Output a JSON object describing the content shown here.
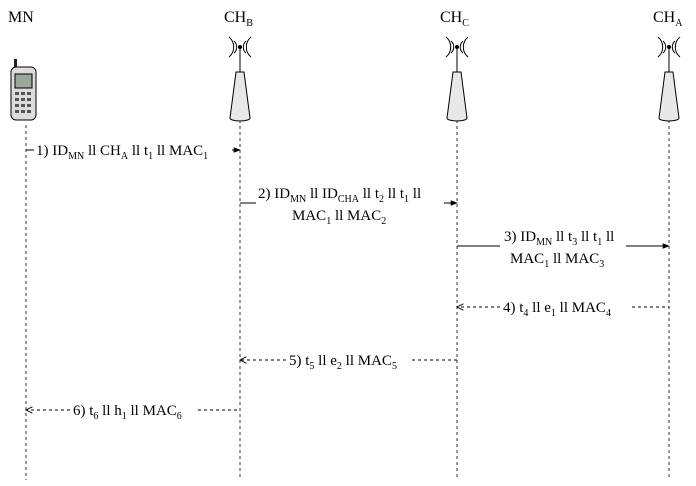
{
  "entities": [
    {
      "id": "mn",
      "label": "MN",
      "sub": ""
    },
    {
      "id": "chb",
      "label": "CH",
      "sub": "B"
    },
    {
      "id": "chc",
      "label": "CH",
      "sub": "C"
    },
    {
      "id": "cha",
      "label": "CH",
      "sub": "A"
    }
  ],
  "messages": [
    {
      "id": "m1",
      "from": "mn",
      "to": "chb",
      "style": "solid",
      "lines": [
        [
          [
            "1) ID",
            ""
          ],
          [
            "MN",
            "sub"
          ],
          [
            " ll CH",
            ""
          ],
          [
            "A",
            "sub"
          ],
          [
            " ll t",
            ""
          ],
          [
            "1",
            "sub"
          ],
          [
            " ll MAC",
            ""
          ],
          [
            "1",
            "sub"
          ]
        ]
      ]
    },
    {
      "id": "m2",
      "from": "chb",
      "to": "chc",
      "style": "solid",
      "lines": [
        [
          [
            "2) ID",
            ""
          ],
          [
            "MN",
            "sub"
          ],
          [
            " ll ID",
            ""
          ],
          [
            "CH",
            "sub"
          ],
          [
            "A",
            "sub"
          ],
          [
            " ll t",
            ""
          ],
          [
            "2",
            "sub"
          ],
          [
            " ll t",
            ""
          ],
          [
            "1",
            "sub"
          ],
          [
            " ll",
            ""
          ]
        ],
        [
          [
            "MAC",
            ""
          ],
          [
            "1",
            "sub"
          ],
          [
            " ll MAC",
            ""
          ],
          [
            "2",
            "sub"
          ]
        ]
      ]
    },
    {
      "id": "m3",
      "from": "chc",
      "to": "cha",
      "style": "solid",
      "lines": [
        [
          [
            "3) ID",
            ""
          ],
          [
            "MN",
            "sub"
          ],
          [
            " ll t",
            ""
          ],
          [
            "3",
            "sub"
          ],
          [
            " ll t",
            ""
          ],
          [
            "1",
            "sub"
          ],
          [
            " ll",
            ""
          ]
        ],
        [
          [
            "MAC",
            ""
          ],
          [
            "1",
            "sub"
          ],
          [
            " ll MAC",
            ""
          ],
          [
            "3",
            "sub"
          ]
        ]
      ]
    },
    {
      "id": "m4",
      "from": "cha",
      "to": "chc",
      "style": "dashed",
      "lines": [
        [
          [
            "4) t",
            ""
          ],
          [
            "4",
            "sub"
          ],
          [
            " ll e",
            ""
          ],
          [
            "1",
            "sub"
          ],
          [
            " ll MAC",
            ""
          ],
          [
            "4",
            "sub"
          ]
        ]
      ]
    },
    {
      "id": "m5",
      "from": "chc",
      "to": "chb",
      "style": "dashed",
      "lines": [
        [
          [
            "5) t",
            ""
          ],
          [
            "5",
            "sub"
          ],
          [
            " ll e",
            ""
          ],
          [
            "2",
            "sub"
          ],
          [
            " ll MAC",
            ""
          ],
          [
            "5",
            "sub"
          ]
        ]
      ]
    },
    {
      "id": "m6",
      "from": "chb",
      "to": "mn",
      "style": "dashed",
      "lines": [
        [
          [
            "6) t",
            ""
          ],
          [
            "6",
            "sub"
          ],
          [
            " ll h",
            ""
          ],
          [
            "1",
            "sub"
          ],
          [
            " ll MAC",
            ""
          ],
          [
            "6",
            "sub"
          ]
        ]
      ]
    }
  ]
}
